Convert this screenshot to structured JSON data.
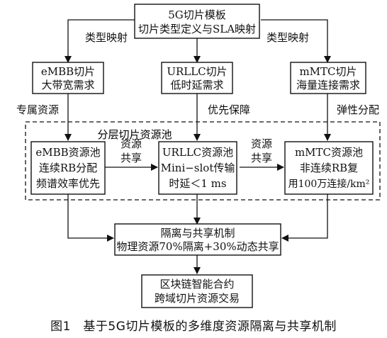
{
  "nodes": {
    "template": {
      "lines": [
        "5G切片模板",
        "切片类型定义与SLA映射"
      ]
    },
    "embb": {
      "lines": [
        "eMBB切片",
        "大带宽需求"
      ]
    },
    "urllc": {
      "lines": [
        "URLLC切片",
        "低时延需求"
      ]
    },
    "mmtc": {
      "lines": [
        "mMTC切片",
        "海量连接需求"
      ]
    },
    "embb_pool": {
      "lines": [
        "eMBB资源池",
        "连续RB分配",
        "频谱效率优先"
      ]
    },
    "urllc_pool": {
      "lines": [
        "URLLC资源池",
        "Mini−slot传输",
        "时延＜1 ms"
      ]
    },
    "mmtc_pool": {
      "lines": [
        "mMTC资源池",
        "非连续RB复",
        "用100万连接/km²"
      ]
    },
    "isolation": {
      "lines": [
        "隔离与共享机制",
        "物理资源70%隔离+30%动态共享"
      ]
    },
    "blockchain": {
      "lines": [
        "区块链智能合约",
        "跨域切片资源交易"
      ]
    }
  },
  "edge_labels": {
    "type_mapping_left": "类型映射",
    "type_mapping_right": "类型映射",
    "dedicated": "专属资源",
    "priority": "优先保障",
    "elastic": "弹性分配",
    "share_left": [
      "资源",
      "共享"
    ],
    "share_right": [
      "资源",
      "共享"
    ]
  },
  "pool_label": "分层切片资源池",
  "caption": "图1　基于5G切片模板的多维度资源隔离与共享机制"
}
